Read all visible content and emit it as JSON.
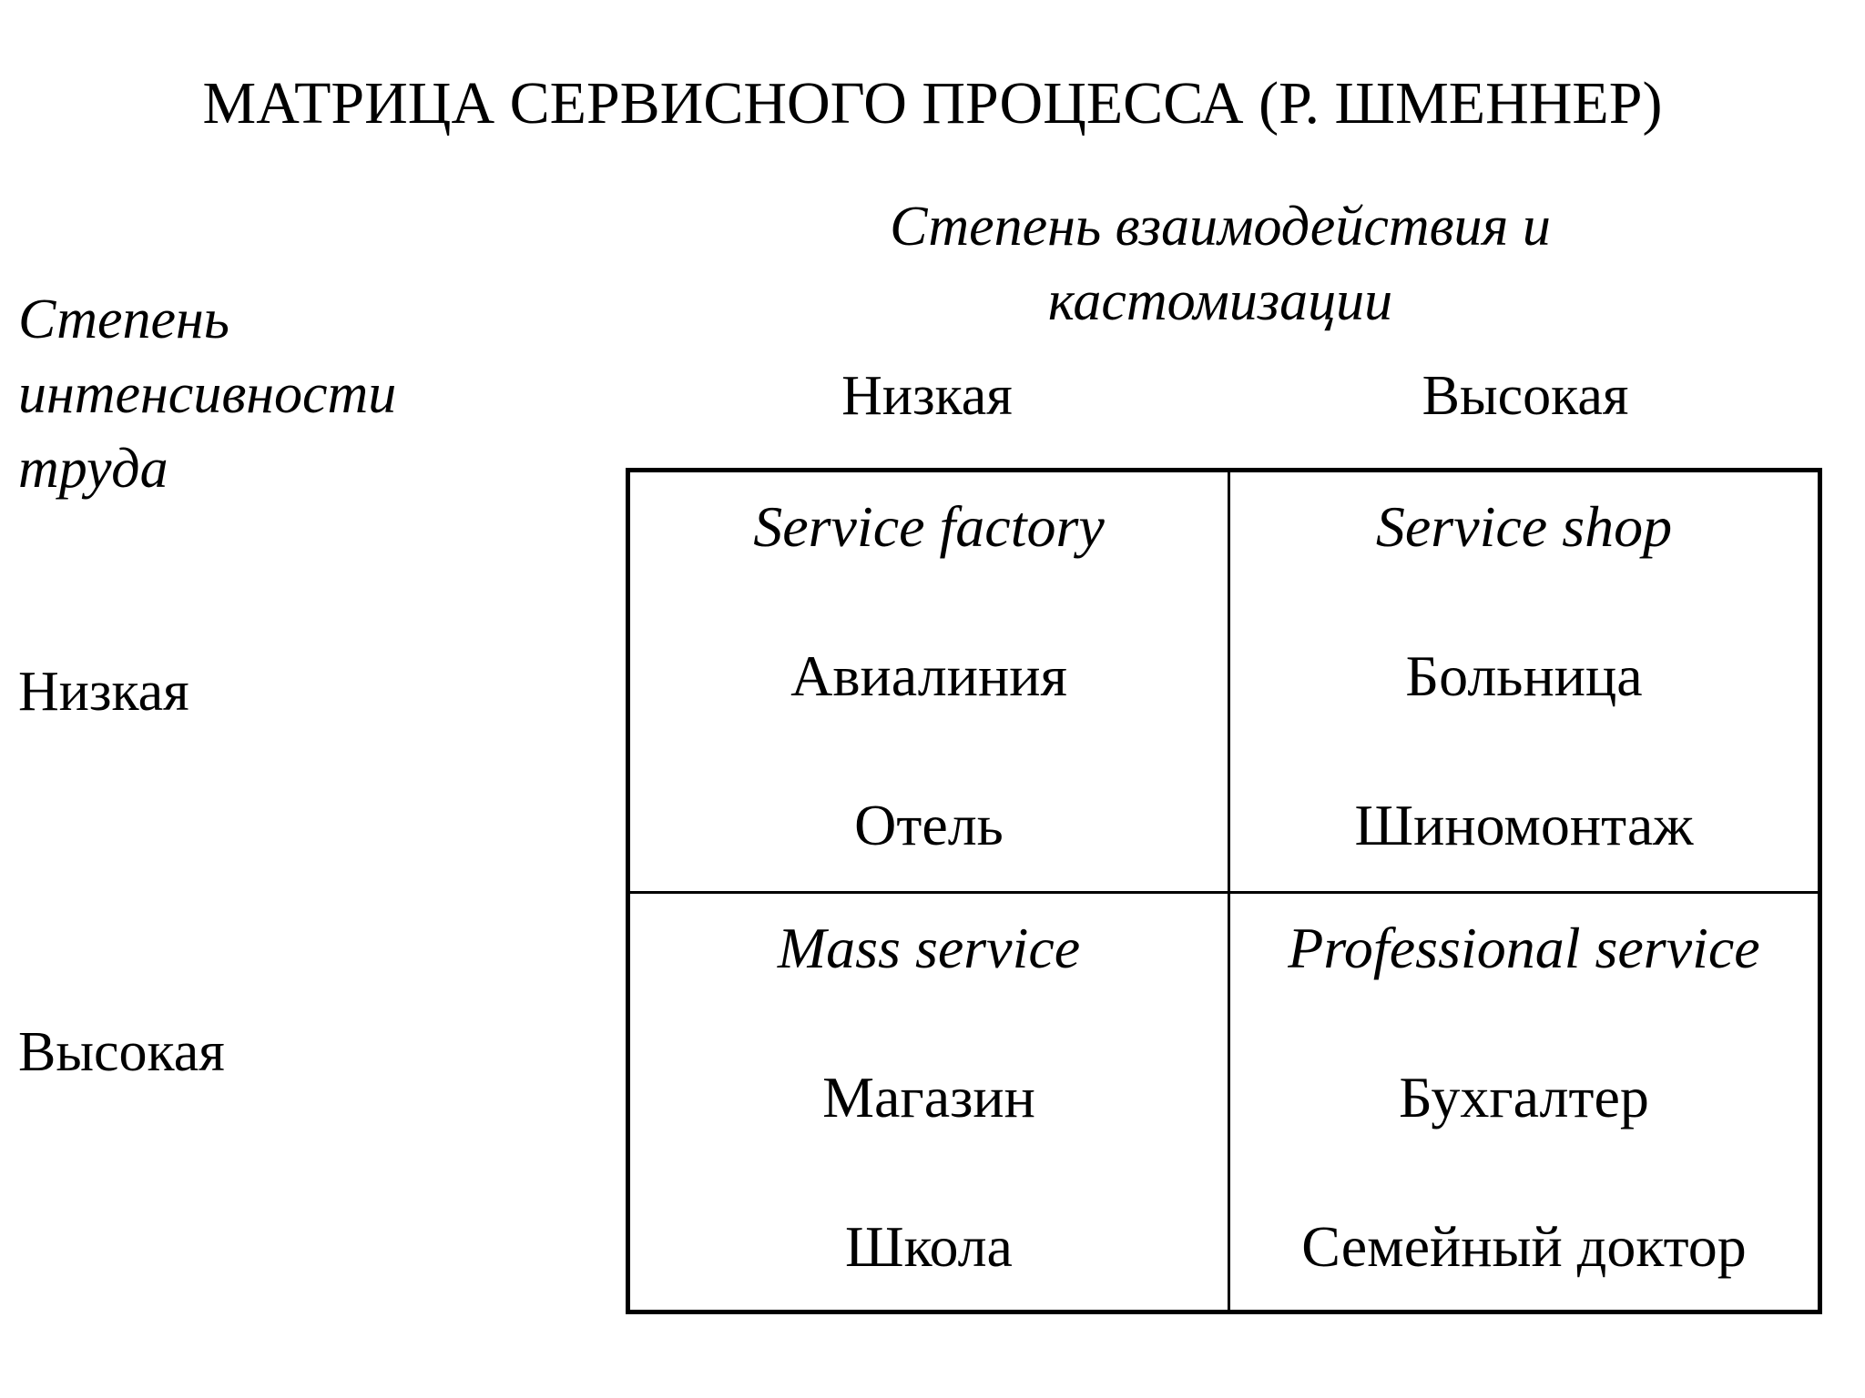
{
  "title": "МАТРИЦА СЕРВИСНОГО ПРОЦЕССА (Р. ШМЕННЕР)",
  "column_axis": {
    "lines": [
      "Степень взаимодействия и",
      "кастомизации"
    ],
    "levels": [
      "Низкая",
      "Высокая"
    ]
  },
  "row_axis": {
    "lines": [
      "Степень",
      "интенсивности",
      "труда"
    ],
    "levels": [
      "Низкая",
      "Высокая"
    ]
  },
  "matrix": {
    "cells": [
      {
        "name": "Service factory",
        "examples": [
          "Авиалиния",
          "Отель"
        ]
      },
      {
        "name": "Service shop",
        "examples": [
          "Больница",
          "Шиномонтаж"
        ]
      },
      {
        "name": "Mass service",
        "examples": [
          "Магазин",
          "Школа"
        ]
      },
      {
        "name": "Professional service",
        "examples": [
          "Бухгалтер",
          "Семейный доктор"
        ]
      }
    ]
  }
}
